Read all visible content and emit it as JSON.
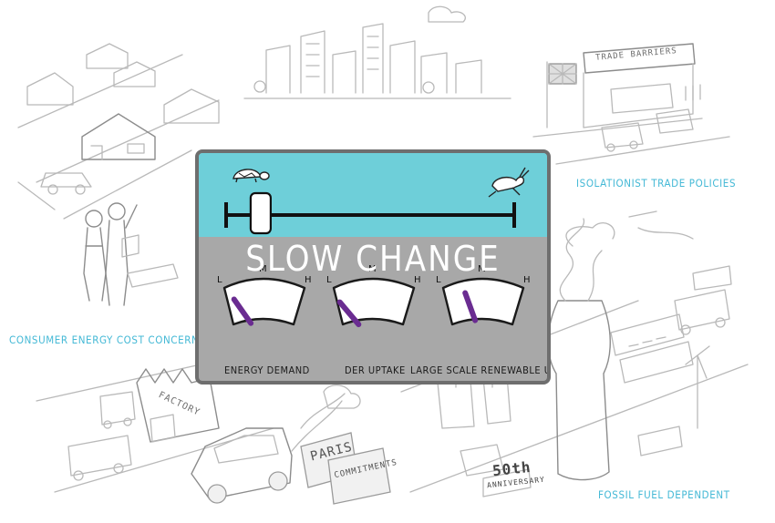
{
  "panel": {
    "title": "SLOW CHANGE",
    "speed_slider": {
      "position": 0.08,
      "left_icon": "tortoise-icon",
      "right_icon": "rabbit-icon"
    },
    "gauges": [
      {
        "label": "ENERGY DEMAND",
        "value": 0.15,
        "ticks": [
          "L",
          "M",
          "H"
        ]
      },
      {
        "label": "DER UPTAKE",
        "value": 0.1,
        "ticks": [
          "L",
          "M",
          "H"
        ]
      },
      {
        "label": "LARGE SCALE RENEWABLE UPTAKE",
        "value": 0.3,
        "ticks": [
          "L",
          "M",
          "H"
        ]
      }
    ],
    "colors": {
      "top": "#6ecfd9",
      "body": "#a8a8a8",
      "needle": "#6a2c91",
      "caption": "#45b9d6"
    }
  },
  "captions": {
    "top_right": "ISOLATIONIST TRADE POLICIES",
    "left": "CONSUMER ENERGY COST CONCERN",
    "bottom_right": "FOSSIL FUEL DEPENDENT"
  },
  "scene_labels": {
    "trade_barriers": "TRADE BARRIERS",
    "factory": "FACTORY",
    "paris_1": "PARIS",
    "paris_2": "COMMITMENTS",
    "anniversary_1": "50th",
    "anniversary_2": "ANNIVERSARY"
  }
}
